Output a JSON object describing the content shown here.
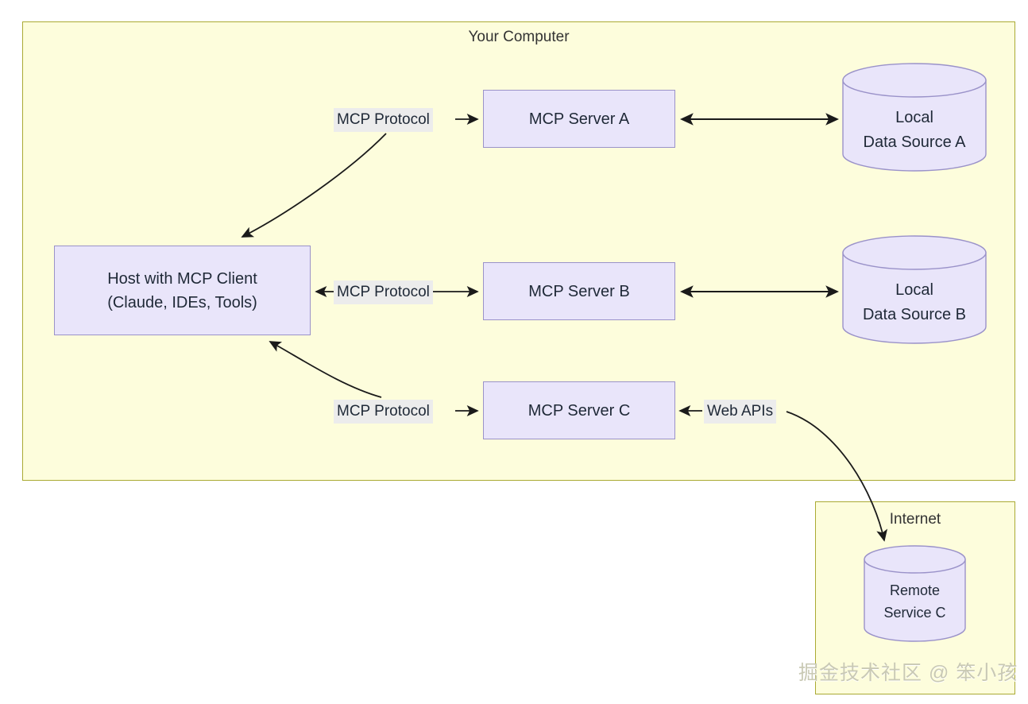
{
  "containers": {
    "computer": {
      "title": "Your Computer"
    },
    "internet": {
      "title": "Internet"
    }
  },
  "nodes": {
    "host": {
      "line1": "Host with MCP Client",
      "line2": "(Claude, IDEs, Tools)"
    },
    "server_a": {
      "label": "MCP Server A"
    },
    "server_b": {
      "label": "MCP Server B"
    },
    "server_c": {
      "label": "MCP Server C"
    },
    "data_source_a": {
      "line1": "Local",
      "line2": "Data Source A"
    },
    "data_source_b": {
      "line1": "Local",
      "line2": "Data Source B"
    },
    "remote_service_c": {
      "line1": "Remote",
      "line2": "Service C"
    }
  },
  "edges": {
    "protocol_a": "MCP Protocol",
    "protocol_b": "MCP Protocol",
    "protocol_c": "MCP Protocol",
    "web_apis": "Web APIs"
  },
  "watermark": {
    "text": "掘金技术社区 @ 笨小孩"
  },
  "colors": {
    "container_fill": "#fdfddc",
    "container_border": "#aaaa33",
    "node_fill": "#e9e5fa",
    "node_border": "#9a92c9",
    "edge_label_bg": "#ececec",
    "arrow": "#1a1a1a",
    "text": "#1f2937"
  }
}
